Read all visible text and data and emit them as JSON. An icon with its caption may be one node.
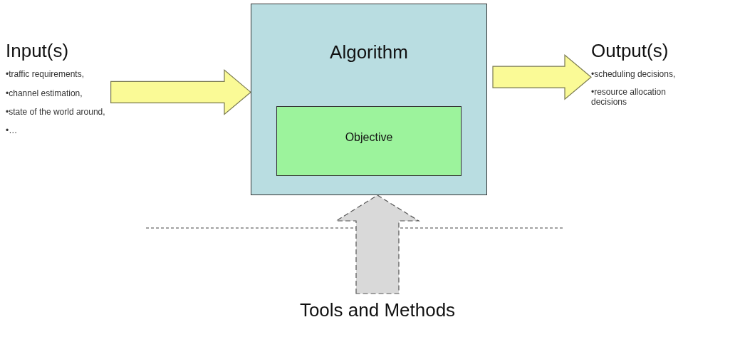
{
  "diagram": {
    "nodes": [
      {
        "text": [
          "Input(s)",
          "•traffic requirements,",
          "•channel estimation,",
          "•state of the world around,",
          "•…"
        ]
      },
      {
        "text": [
          "Algorithm"
        ]
      },
      {
        "text": [
          "Objective"
        ],
        "in": 1
      },
      {
        "text": [
          "Output(s)",
          "•scheduling decisions,",
          "•resource allocation decisions"
        ]
      },
      {
        "text": [
          "Tools and Methods"
        ]
      }
    ],
    "edges": [
      {
        "from": 0,
        "to": 1,
        "arrow": "to"
      },
      {
        "from": 1,
        "to": 3,
        "arrow": "to"
      },
      {
        "from": 4,
        "to": 1,
        "arrow": "to",
        "style": "dashed",
        "color": "#d9d9d9"
      }
    ]
  }
}
